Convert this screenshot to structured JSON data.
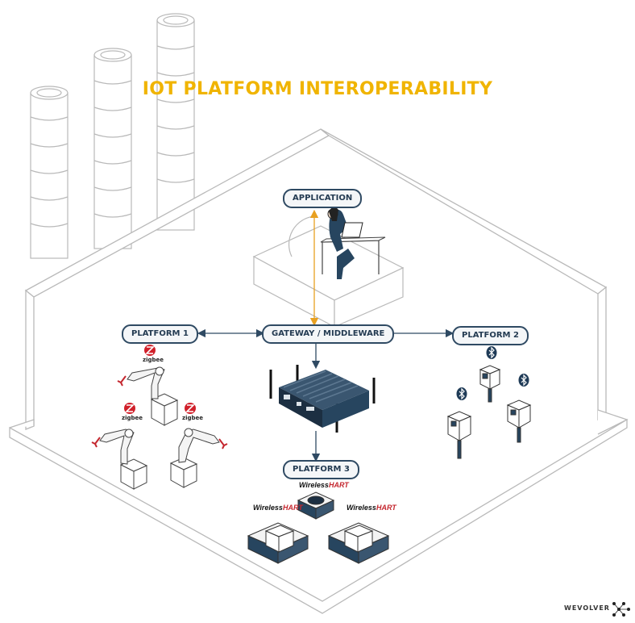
{
  "title": "IOT PLATFORM INTEROPERABILITY",
  "nodes": {
    "application": "APPLICATION",
    "platform1": "PLATFORM 1",
    "gateway": "GATEWAY / MIDDLEWARE",
    "platform2": "PLATFORM 2",
    "platform3": "PLATFORM 3"
  },
  "protocols": {
    "zigbee": "zigbee",
    "wirelesshart_prefix": "Wireless",
    "wirelesshart_suffix": "HART"
  },
  "brand": "WEVOLVER",
  "colors": {
    "title": "#f0b400",
    "arrow_blue": "#2f4a63",
    "arrow_orange": "#e8a020",
    "line_grey": "#b9b9b9",
    "device_navy": "#27455f",
    "wirelesshart_red": "#c4262e",
    "zigbee_red": "#d0202a",
    "bluetooth_navy": "#1f3b57"
  },
  "icons": [
    "zigbee-logo-icon",
    "bluetooth-icon",
    "robot-arm-icon",
    "sensor-icon",
    "gateway-device-icon",
    "wirelesshart-device-icon",
    "person-laptop-icon",
    "wevolver-logo-icon"
  ]
}
